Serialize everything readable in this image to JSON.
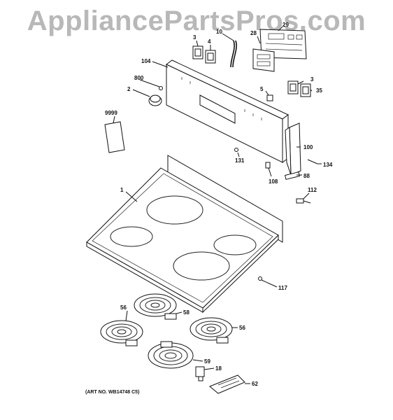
{
  "watermark": "AppliancePartsPros.com",
  "art_number": "(ART NO. WB14748 C5)",
  "callouts": [
    {
      "id": "c-3a",
      "text": "3"
    },
    {
      "id": "c-4",
      "text": "4"
    },
    {
      "id": "c-top",
      "text": "10"
    },
    {
      "id": "c-28",
      "text": "28"
    },
    {
      "id": "c-29",
      "text": "29"
    },
    {
      "id": "c-104",
      "text": "104"
    },
    {
      "id": "c-800",
      "text": "800"
    },
    {
      "id": "c-2",
      "text": "2"
    },
    {
      "id": "c-5",
      "text": "5"
    },
    {
      "id": "c-3b",
      "text": "3"
    },
    {
      "id": "c-35",
      "text": "35"
    },
    {
      "id": "c-9999",
      "text": "9999"
    },
    {
      "id": "c-100",
      "text": "100"
    },
    {
      "id": "c-131",
      "text": "131"
    },
    {
      "id": "c-134",
      "text": "134"
    },
    {
      "id": "c-108",
      "text": "108"
    },
    {
      "id": "c-88",
      "text": "88"
    },
    {
      "id": "c-112",
      "text": "112"
    },
    {
      "id": "c-1",
      "text": "1"
    },
    {
      "id": "c-117",
      "text": "117"
    },
    {
      "id": "c-56a",
      "text": "56"
    },
    {
      "id": "c-58",
      "text": "58"
    },
    {
      "id": "c-56b",
      "text": "56"
    },
    {
      "id": "c-59",
      "text": "59"
    },
    {
      "id": "c-18",
      "text": "18"
    },
    {
      "id": "c-62",
      "text": "62"
    }
  ]
}
